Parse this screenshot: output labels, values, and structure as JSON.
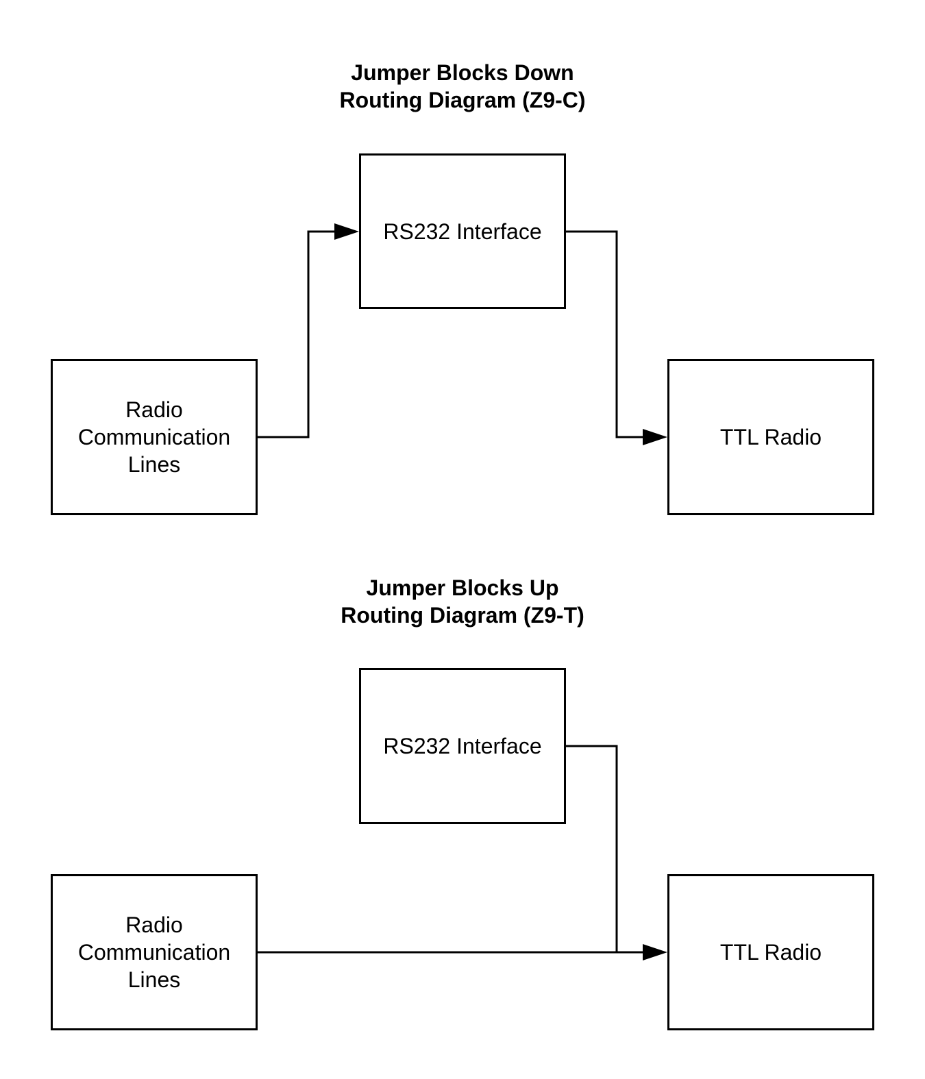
{
  "diagrams": [
    {
      "title_line1": "Jumper Blocks Down",
      "title_line2": "Routing Diagram (Z9-C)",
      "rs232_label": "RS232 Interface",
      "radio_label_lines": [
        "Radio",
        "Communication",
        "Lines"
      ],
      "ttl_label": "TTL Radio"
    },
    {
      "title_line1": "Jumper Blocks Up",
      "title_line2": "Routing Diagram (Z9-T)",
      "rs232_label": "RS232 Interface",
      "radio_label_lines": [
        "Radio",
        "Communication",
        "Lines"
      ],
      "ttl_label": "TTL Radio"
    }
  ],
  "colors": {
    "stroke": "#000000",
    "background": "#ffffff"
  }
}
